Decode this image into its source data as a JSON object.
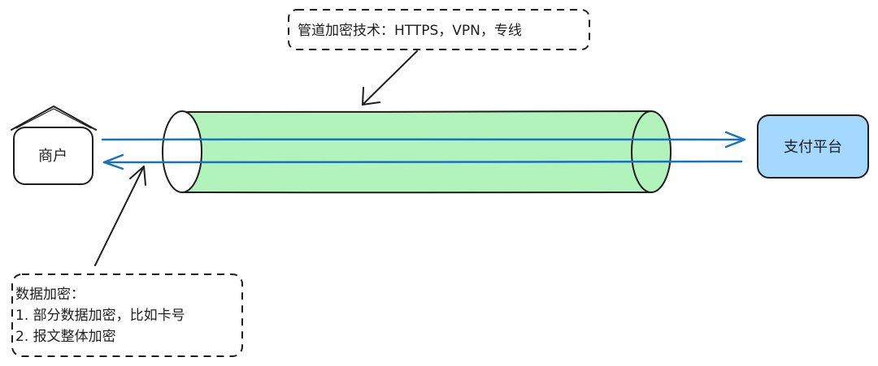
{
  "nodes": {
    "merchant": {
      "label": "商户"
    },
    "payment_platform": {
      "label": "支付平台"
    }
  },
  "notes": {
    "tunnel": {
      "text": "管道加密技术：HTTPS，VPN，专线"
    },
    "data": {
      "title": "数据加密：",
      "items": [
        "1. 部分数据加密，比如卡号",
        "2. 报文整体加密"
      ]
    }
  },
  "colors": {
    "tunnel_fill": "#b2f2bb",
    "arrow": "#1971c2",
    "platform_fill": "#a5d8ff",
    "stroke": "#1e1e1e"
  }
}
